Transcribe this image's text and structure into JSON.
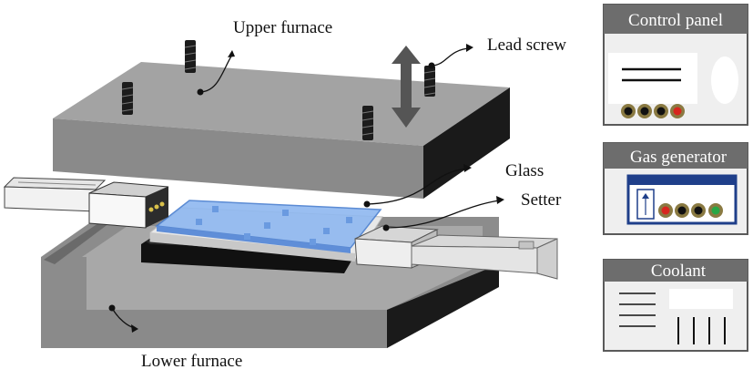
{
  "labels": {
    "upper_furnace": "Upper furnace",
    "lead_screw": "Lead screw",
    "glass": "Glass",
    "setter": "Setter",
    "lower_furnace": "Lower furnace"
  },
  "panels": {
    "control_panel": "Control panel",
    "gas_generator": "Gas generator",
    "coolant": "Coolant"
  },
  "colors": {
    "furnace_top": "#a3a3a3",
    "furnace_front": "#8a8a8a",
    "furnace_side": "#1a1a1a",
    "glass": "#8fb8f0",
    "panel_header": "#6d6d6d",
    "panel_body": "#efefef",
    "indicator_red": "#d7261e",
    "indicator_green": "#28a745",
    "gas_screen_border": "#1f3f8a"
  }
}
